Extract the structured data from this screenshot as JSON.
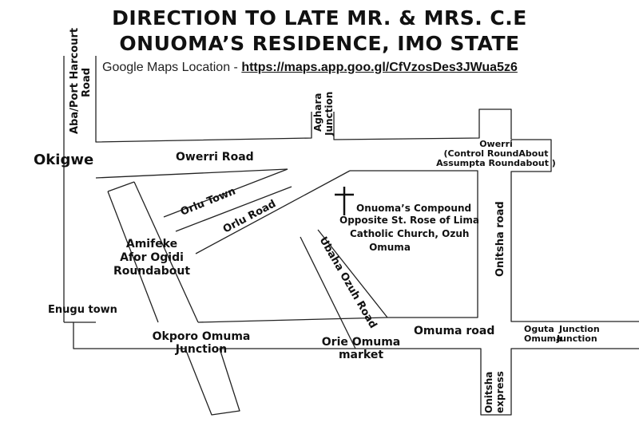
{
  "header": {
    "title_line1": "DIRECTION TO LATE MR. & MRS. C.E",
    "title_line2": "ONUOMA’S RESIDENCE, IMO STATE",
    "gmaps_prefix": "Google Maps Location - ",
    "gmaps_link": "https://maps.app.goo.gl/CfVzosDes3JWua5z6"
  },
  "labels": {
    "aba_line1": "Aba/Port Harcourt",
    "aba_line2": "Road",
    "aghara_line1": "Aghara",
    "aghara_line2": "Junction",
    "owerri_road": "Owerri Road",
    "okigwe": "Okigwe",
    "owerri_line1": "Owerri",
    "owerri_line2": "(Control RoundAbout",
    "owerri_line3": "Assumpta Roundabout )",
    "orlu_town": "Orlu Town",
    "orlu_road": "Orlu Road",
    "compound_line1": "Onuoma’s Compound",
    "compound_line2": "Opposite St. Rose of Lima",
    "compound_line3": "Catholic Church, Ozuh",
    "compound_line4": "Omuma",
    "amifeke_line1": "Amifeke",
    "amifeke_line2": "Afor Ogidi",
    "amifeke_line3": "Roundabout",
    "ubaha": "Ubaha Ozuh Road",
    "onitsha_road": "Onitsha road",
    "enugu": "Enugu town",
    "okporo_line1": "Okporo Omuma",
    "okporo_line2": "Junction",
    "orie_line1": "Orie Omuma",
    "orie_line2": "market",
    "omuma_road": "Omuma road",
    "oguta_line1": "Oguta",
    "oguta_line2": "Omuma",
    "junction_line1": "Junction",
    "junction_line2": "Junction",
    "onitsha_express_line1": "Onitsha",
    "onitsha_express_line2": "express"
  },
  "icons": {
    "compound_marker": "cross-icon"
  }
}
